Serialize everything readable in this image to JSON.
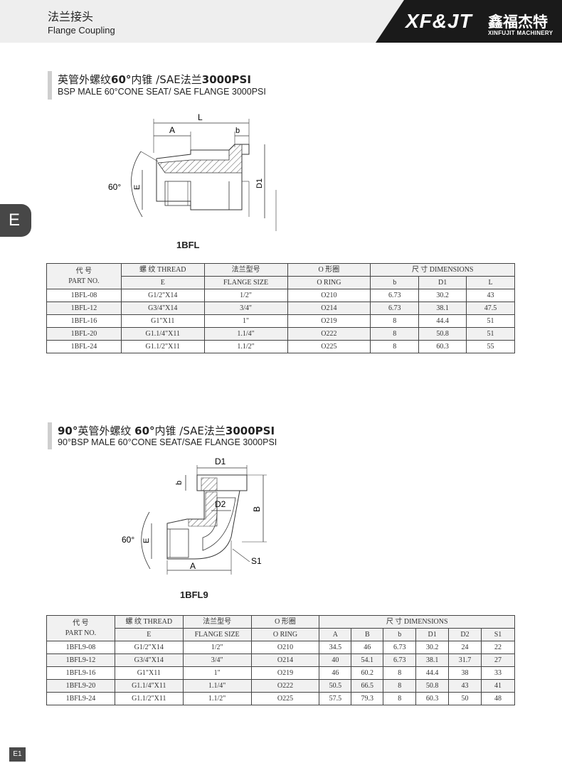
{
  "header": {
    "cn_title": "法兰接头",
    "en_title": "Flange Coupling",
    "logo_text": "XF&JT",
    "logo_cn": "鑫福杰特",
    "logo_en": "XINFUJIT MACHINERY",
    "accent": "#1a1a1a"
  },
  "side_tab": {
    "label": "E"
  },
  "section1": {
    "cn_prefix": "英管外螺纹",
    "cn_bold": "60°",
    "cn_mid": "内锥 /SAE",
    "cn_mid2": "法兰",
    "cn_bold2": "3000PSI",
    "en": "BSP MALE 60°CONE SEAT/ SAE FLANGE 3000PSI",
    "model": "1BFL",
    "labels": {
      "L": "L",
      "A": "A",
      "b": "b",
      "angle": "60°",
      "E": "E",
      "D1": "D1"
    },
    "table": {
      "h1": {
        "part_cn": "代 号",
        "part_en": "PART NO.",
        "thread": "螺 纹 THREAD",
        "flange": "法兰型号",
        "oring": "O 形圈",
        "dims": "尺 寸 DIMENSIONS"
      },
      "h2": {
        "thread": "E",
        "flange": "FLANGE  SIZE",
        "oring": "O RING",
        "cols": [
          "b",
          "D1",
          "L"
        ]
      },
      "rows": [
        {
          "part": "1BFL-08",
          "thread": "G1/2\"X14",
          "flange": "1/2\"",
          "oring": "O210",
          "d": [
            "6.73",
            "30.2",
            "43"
          ]
        },
        {
          "part": "1BFL-12",
          "thread": "G3/4\"X14",
          "flange": "3/4\"",
          "oring": "O214",
          "d": [
            "6.73",
            "38.1",
            "47.5"
          ]
        },
        {
          "part": "1BFL-16",
          "thread": "G1\"X11",
          "flange": "1\"",
          "oring": "O219",
          "d": [
            "8",
            "44.4",
            "51"
          ]
        },
        {
          "part": "1BFL-20",
          "thread": "G1.1/4\"X11",
          "flange": "1.1/4\"",
          "oring": "O222",
          "d": [
            "8",
            "50.8",
            "51"
          ]
        },
        {
          "part": "1BFL-24",
          "thread": "G1.1/2\"X11",
          "flange": "1.1/2\"",
          "oring": "O225",
          "d": [
            "8",
            "60.3",
            "55"
          ]
        }
      ]
    }
  },
  "section2": {
    "cn_bold": "90°",
    "cn_prefix": "英管外螺纹 ",
    "cn_bold2": "60°",
    "cn_mid": "内锥 /SAE",
    "cn_mid2": "法兰",
    "cn_bold3": "3000PSI",
    "en": "90°BSP MALE 60°CONE SEAT/SAE FLANGE 3000PSI",
    "model": "1BFL9",
    "labels": {
      "D1": "D1",
      "D2": "D2",
      "b": "b",
      "B": "B",
      "angle": "60°",
      "E": "E",
      "A": "A",
      "S1": "S1"
    },
    "table": {
      "h1": {
        "part_cn": "代 号",
        "part_en": "PART NO.",
        "thread": "螺 纹 THREAD",
        "flange": "法兰型号",
        "oring": "O 形圈",
        "dims": "尺 寸 DIMENSIONS"
      },
      "h2": {
        "thread": "E",
        "flange": "FLANGE  SIZE",
        "oring": "O RING",
        "cols": [
          "A",
          "B",
          "b",
          "D1",
          "D2",
          "S1"
        ]
      },
      "rows": [
        {
          "part": "1BFL9-08",
          "thread": "G1/2\"X14",
          "flange": "1/2\"",
          "oring": "O210",
          "d": [
            "34.5",
            "46",
            "6.73",
            "30.2",
            "24",
            "22"
          ]
        },
        {
          "part": "1BFL9-12",
          "thread": "G3/4\"X14",
          "flange": "3/4\"",
          "oring": "O214",
          "d": [
            "40",
            "54.1",
            "6.73",
            "38.1",
            "31.7",
            "27"
          ]
        },
        {
          "part": "1BFL9-16",
          "thread": "G1\"X11",
          "flange": "1\"",
          "oring": "O219",
          "d": [
            "46",
            "60.2",
            "8",
            "44.4",
            "38",
            "33"
          ]
        },
        {
          "part": "1BFL9-20",
          "thread": "G1.1/4\"X11",
          "flange": "1.1/4\"",
          "oring": "O222",
          "d": [
            "50.5",
            "66.5",
            "8",
            "50.8",
            "43",
            "41"
          ]
        },
        {
          "part": "1BFL9-24",
          "thread": "G1.1/2\"X11",
          "flange": "1.1/2\"",
          "oring": "O225",
          "d": [
            "57.5",
            "79.3",
            "8",
            "60.3",
            "50",
            "48"
          ]
        }
      ]
    }
  },
  "footer": {
    "page": "E1"
  }
}
